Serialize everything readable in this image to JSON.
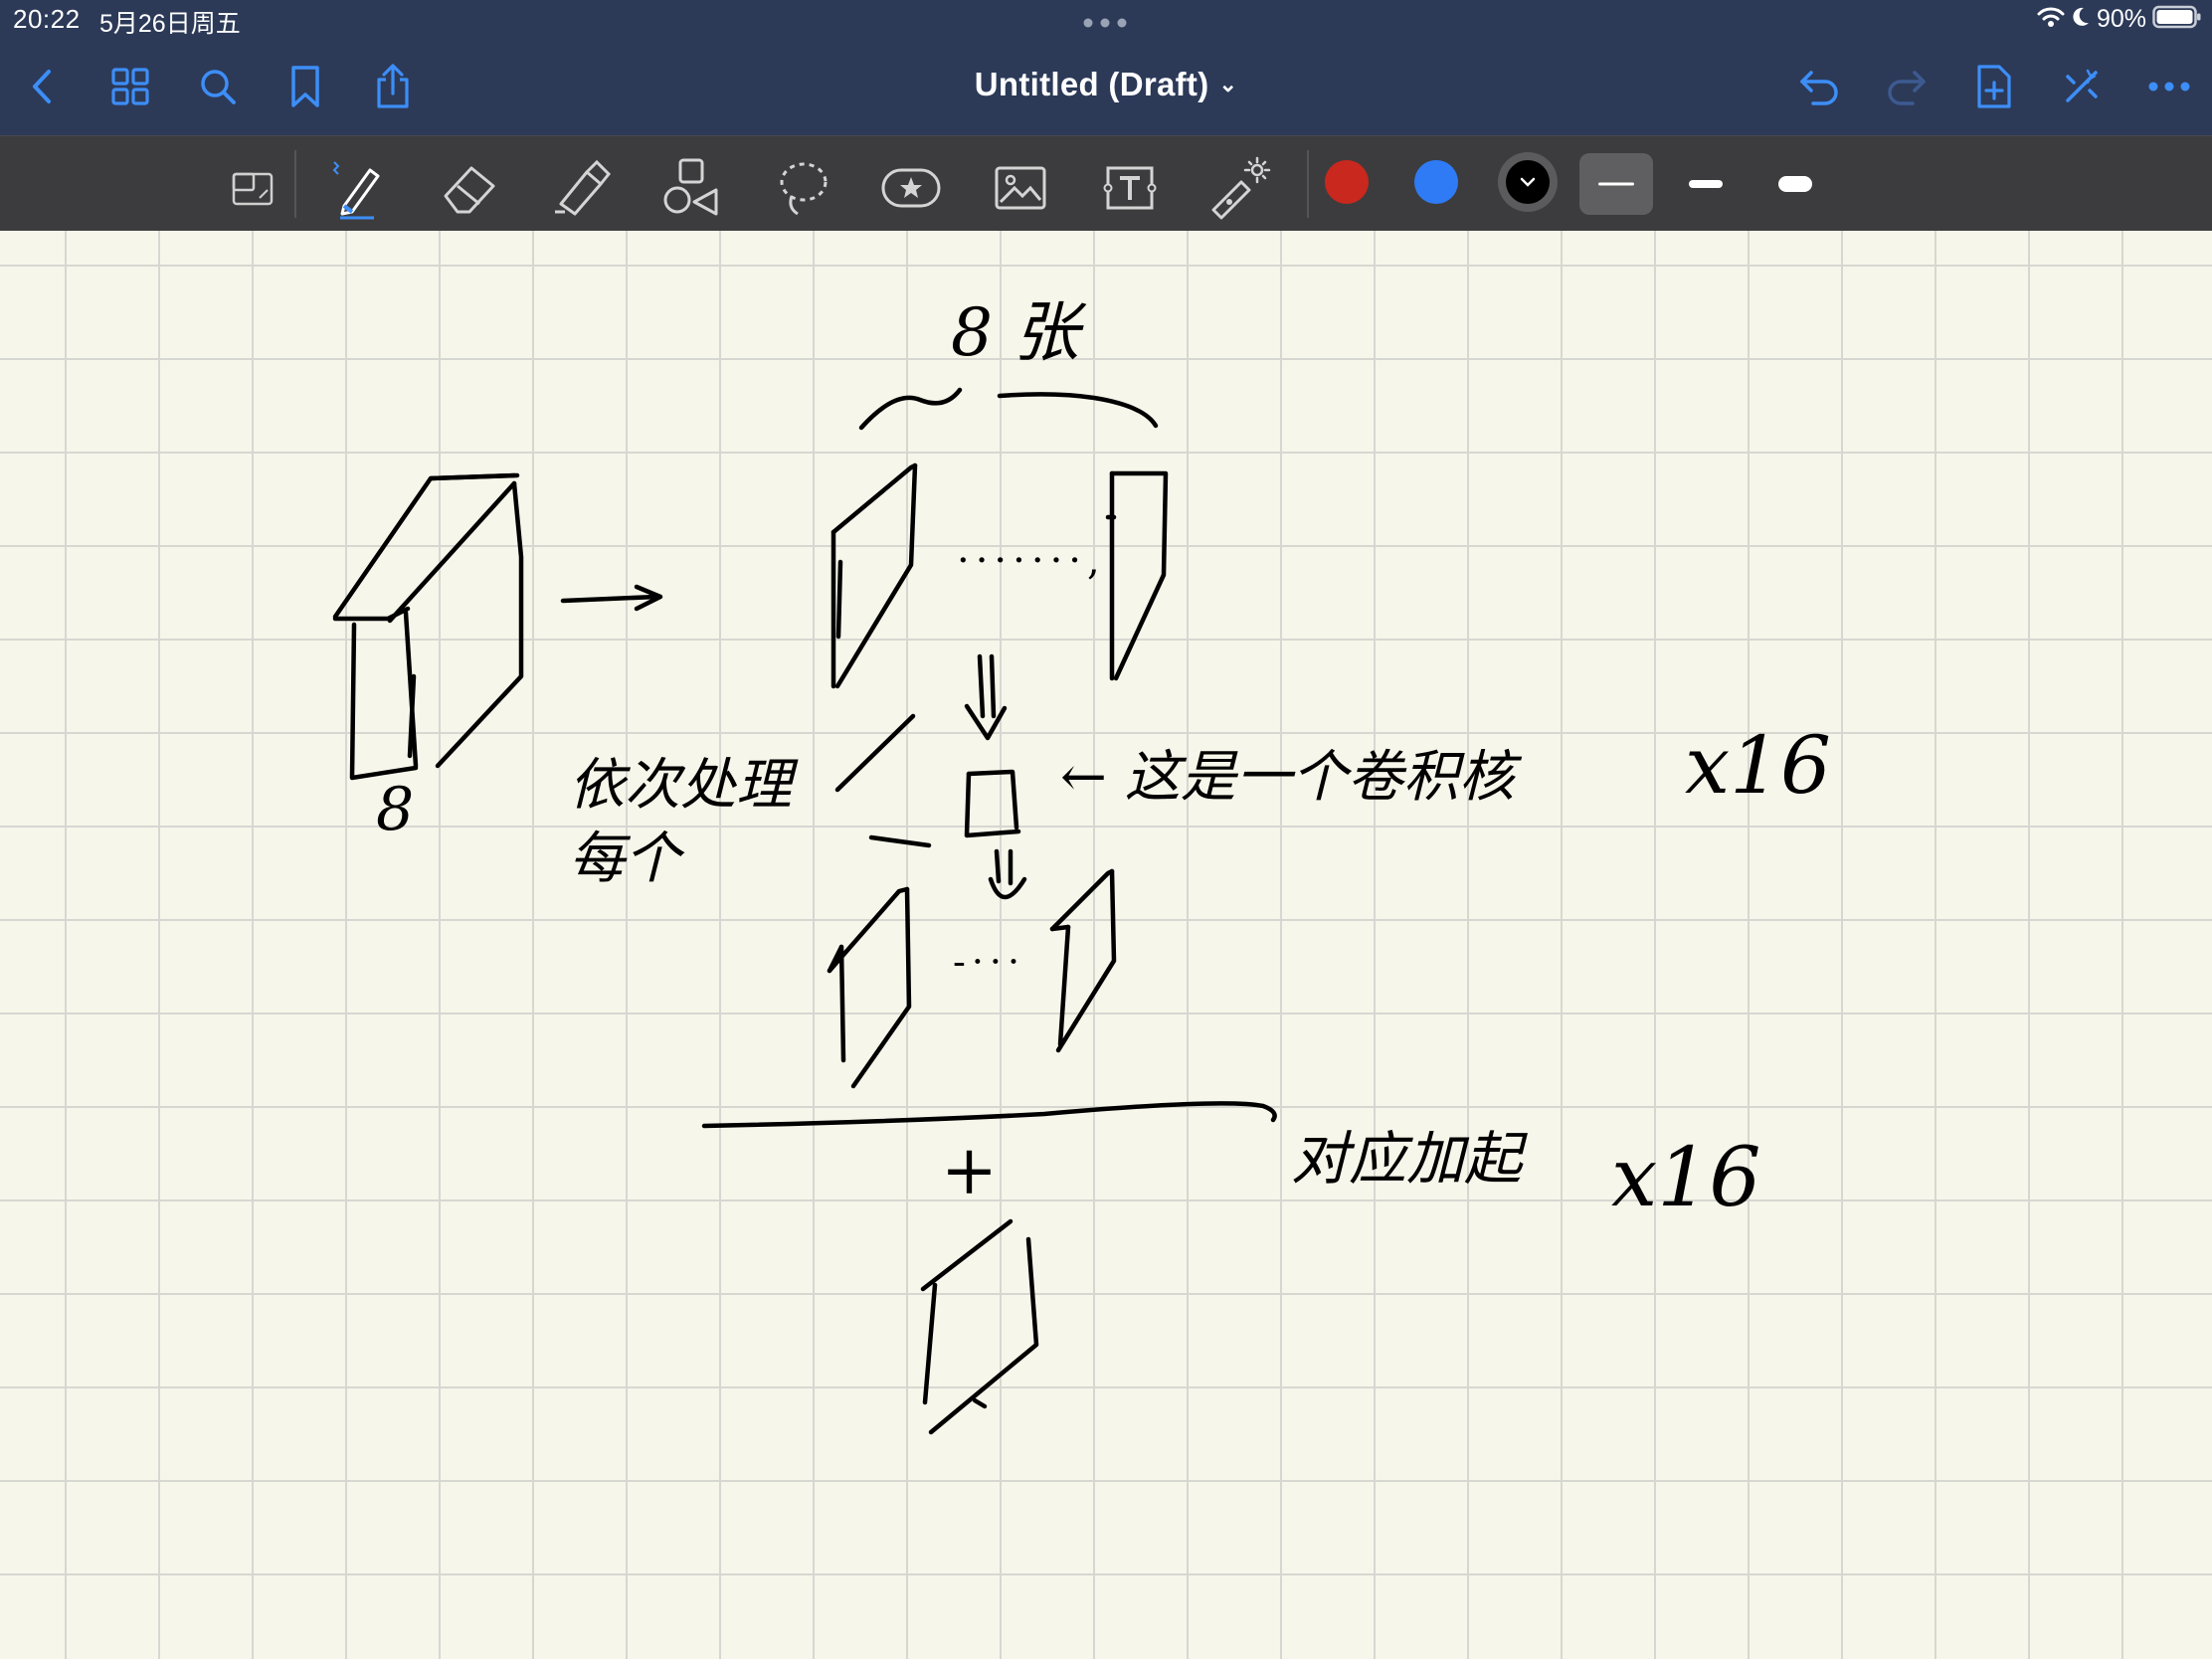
{
  "status_bar": {
    "time": "20:22",
    "date": "5月26日周五",
    "battery_percent": "90%",
    "battery_level": 0.9
  },
  "nav_bar": {
    "title": "Untitled (Draft)",
    "left_icons": [
      "chevron-left-icon",
      "grid-icon",
      "search-icon",
      "bookmark-icon",
      "share-icon"
    ],
    "right_icons": [
      "undo-icon",
      "redo-icon",
      "add-page-icon",
      "close-toolbar-icon",
      "more-icon"
    ]
  },
  "toolbar": {
    "tools": [
      "toolbar-toggle",
      "pen",
      "eraser",
      "highlighter",
      "shapes",
      "lasso",
      "elements",
      "image",
      "text",
      "laser-pointer"
    ],
    "selected_tool": "pen",
    "colors": [
      "#c8281e",
      "#2f7bf5",
      "#000000"
    ],
    "selected_color": "#000000",
    "selected_stroke": "thin"
  },
  "handwriting": {
    "top_label": "8 张",
    "cube_label": "8",
    "process_line1": "依次处理",
    "process_line2": "每个",
    "kernel_note": "← 这是一个卷积核",
    "times_top": "x16",
    "sum_note": "对应加起",
    "plus": "+",
    "times_bottom": "x16",
    "dots_top": "·······,",
    "dots_mid": "-···"
  }
}
